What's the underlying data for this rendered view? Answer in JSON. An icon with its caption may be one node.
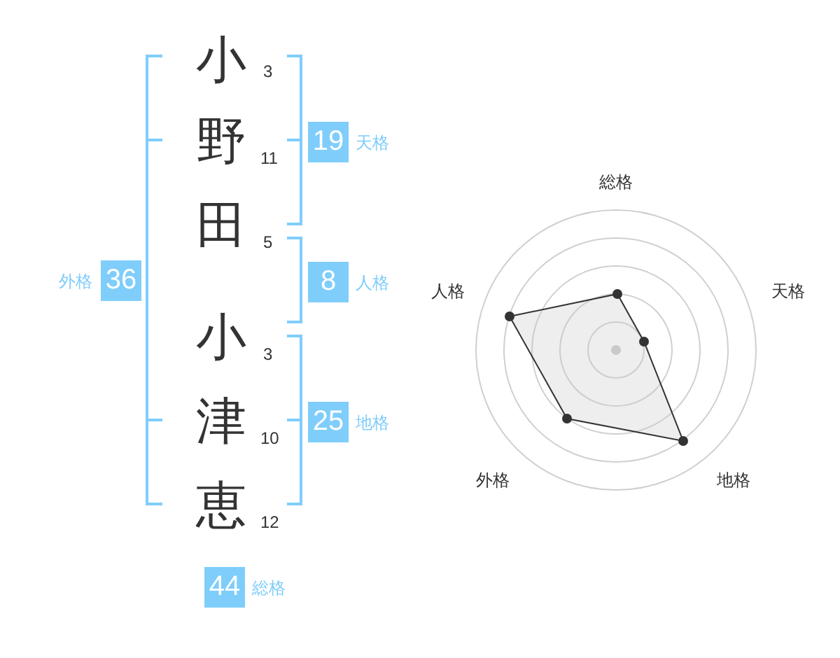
{
  "diagram": {
    "nodes": [
      {
        "text": [
          "19"
        ],
        "beside": [
          "天格"
        ]
      },
      {
        "text": [
          "8"
        ],
        "beside": [
          "人格"
        ]
      },
      {
        "text": [
          "36"
        ],
        "beside": [
          "外格"
        ]
      },
      {
        "text": [
          "25"
        ],
        "beside": [
          "地格"
        ]
      },
      {
        "text": [
          "44"
        ],
        "beside": [
          "総格"
        ]
      }
    ],
    "labels": [
      "小",
      "3",
      "野",
      "11",
      "田",
      "5",
      "小",
      "3",
      "津",
      "10",
      "恵",
      "12",
      "総格",
      "人格",
      "天格",
      "外格",
      "地格"
    ]
  }
}
